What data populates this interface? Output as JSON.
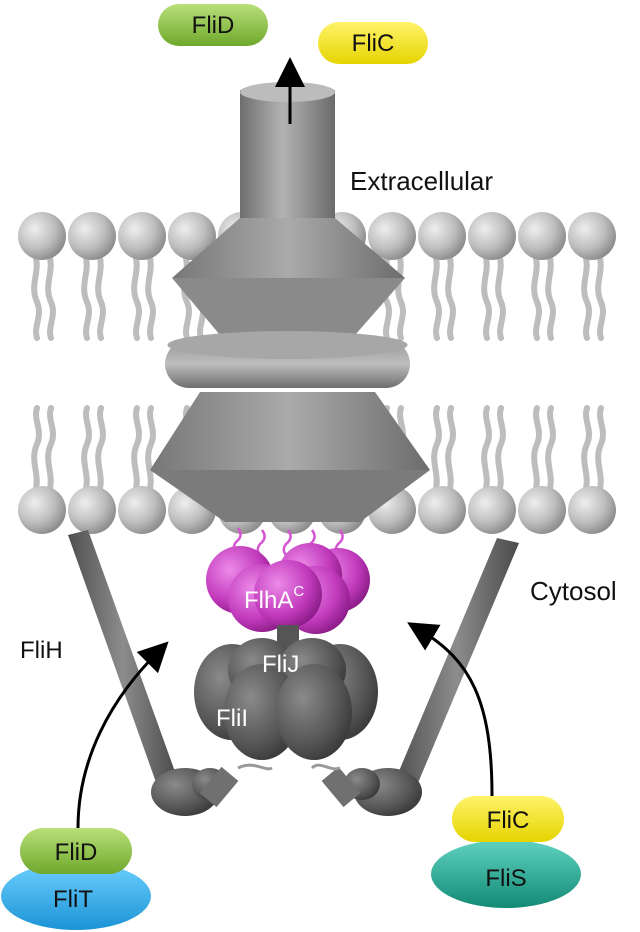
{
  "labels": {
    "extracellular": "Extracellular",
    "cytosol": "Cytosol",
    "flih": "FliH",
    "flij": "FliJ",
    "flii": "FliI",
    "flha": "FlhA",
    "flha_sup": "C"
  },
  "proteins": {
    "flid_top": "FliD",
    "flic_top": "FliC",
    "flid_bottom": "FliD",
    "flit": "FliT",
    "flic_bottom": "FliC",
    "flis": "FliS"
  },
  "colors": {
    "membrane_head": "#b9b9b9",
    "machinery_gray": "#8e8e8e",
    "dark_gray": "#5b5b5b",
    "flha_magenta": "#c23bbd",
    "flid_green": "#8fc43f",
    "flic_yellow": "#f2e400",
    "flit_blue": "#27a9e6",
    "flis_teal": "#1aa58e"
  }
}
